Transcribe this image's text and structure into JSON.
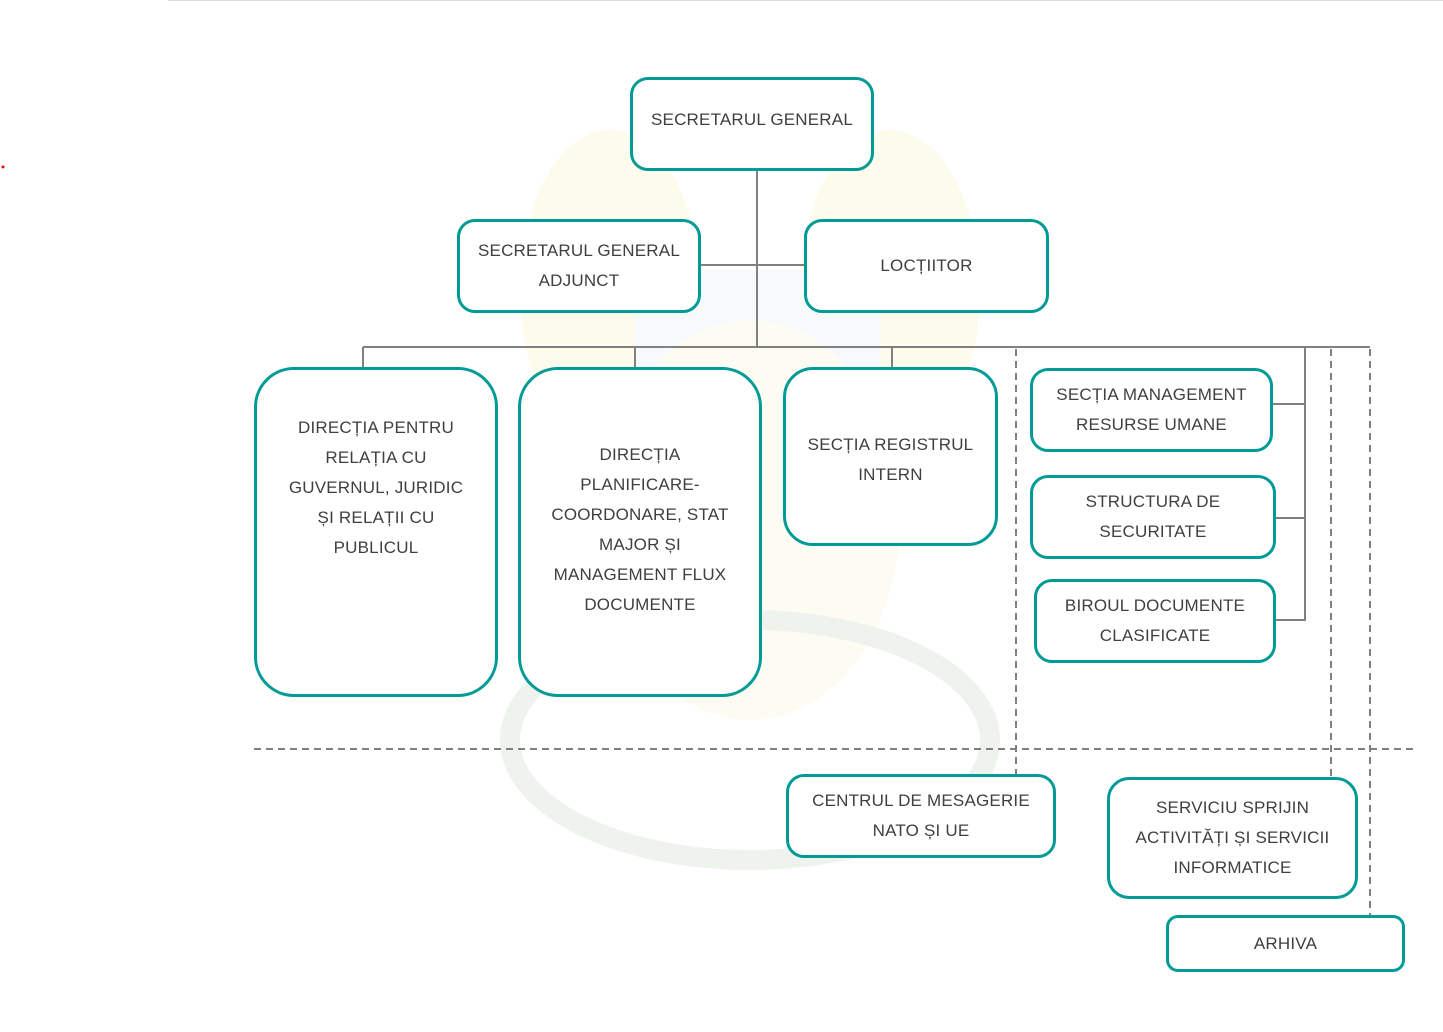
{
  "colors": {
    "border": "#009b97",
    "line": "#808080",
    "text": "#3f3f3f"
  },
  "nodes": {
    "secretar_general": "SECRETARUL GENERAL",
    "secretar_general_adjunct": "SECRETARUL GENERAL ADJUNCT",
    "loctiitor": "LOCȚIITOR",
    "directia_relatia_guvernul": "DIRECȚIA PENTRU RELAȚIA CU GUVERNUL, JURIDIC ȘI RELAȚII CU PUBLICUL",
    "directia_planificare": "DIRECȚIA PLANIFICARE-COORDONARE, STAT MAJOR ȘI MANAGEMENT FLUX DOCUMENTE",
    "sectia_registrul": "SECȚIA REGISTRUL INTERN",
    "sectia_resurse_umane": "SECȚIA MANAGEMENT RESURSE UMANE",
    "structura_securitate": "STRUCTURA DE SECURITATE",
    "biroul_documente": "BIROUL DOCUMENTE CLASIFICATE",
    "centrul_mesagerie": "CENTRUL DE MESAGERIE NATO ȘI UE",
    "serviciu_sprijin": "SERVICIU SPRIJIN ACTIVITĂȚI ȘI SERVICII INFORMATICE",
    "arhiva": "ARHIVA"
  }
}
